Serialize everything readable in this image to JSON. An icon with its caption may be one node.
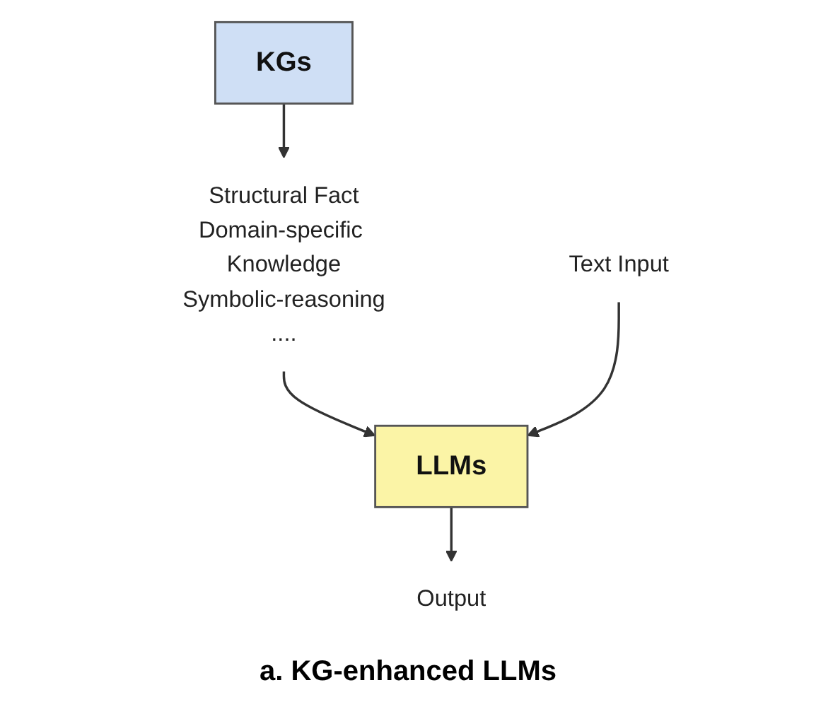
{
  "diagram": {
    "caption": "a. KG-enhanced LLMs",
    "nodes": [
      {
        "text": [
          "KGs"
        ]
      },
      {
        "text": [
          "Structural Fact",
          "Domain-specific Knowledge",
          "Symbolic-reasoning",
          "...."
        ]
      },
      {
        "text": [
          "Text Input"
        ]
      },
      {
        "text": [
          "LLMs"
        ]
      },
      {
        "text": [
          "Output"
        ]
      }
    ],
    "edges": [
      {
        "from": 0,
        "to": 1,
        "arrow": "to"
      },
      {
        "from": 1,
        "to": 3,
        "arrow": "to"
      },
      {
        "from": 2,
        "to": 3,
        "arrow": "to"
      },
      {
        "from": 3,
        "to": 4,
        "arrow": "to"
      }
    ]
  }
}
